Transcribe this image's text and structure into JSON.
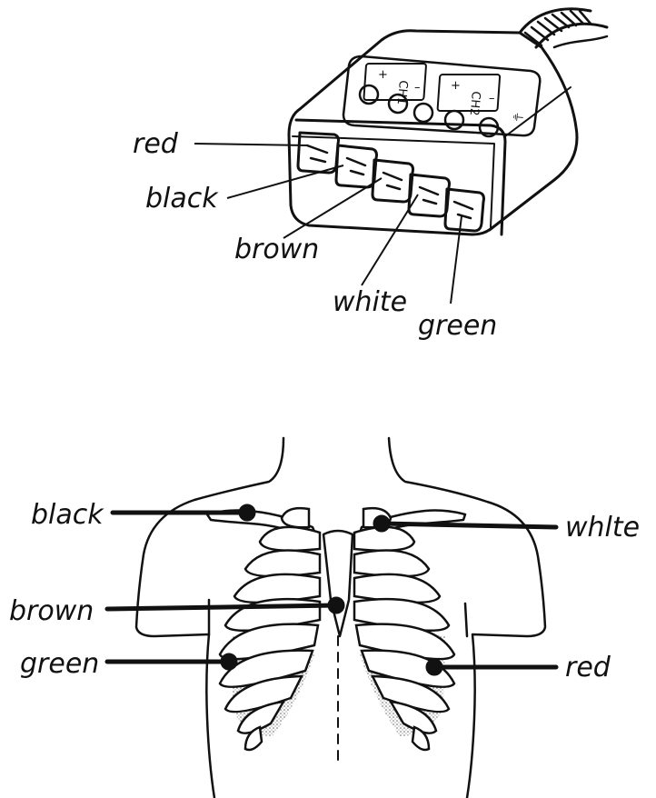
{
  "connector": {
    "labels": {
      "red": "red",
      "black": "black",
      "brown": "brown",
      "white": "white",
      "green": "green"
    },
    "panel": {
      "ch1": "CH1",
      "ch2": "CH2",
      "plus": "+",
      "minus": "–",
      "ground": "⏚"
    }
  },
  "torso": {
    "labels": {
      "black": "black",
      "white": "whlte",
      "brown": "brown",
      "green": "green",
      "red": "red"
    }
  }
}
